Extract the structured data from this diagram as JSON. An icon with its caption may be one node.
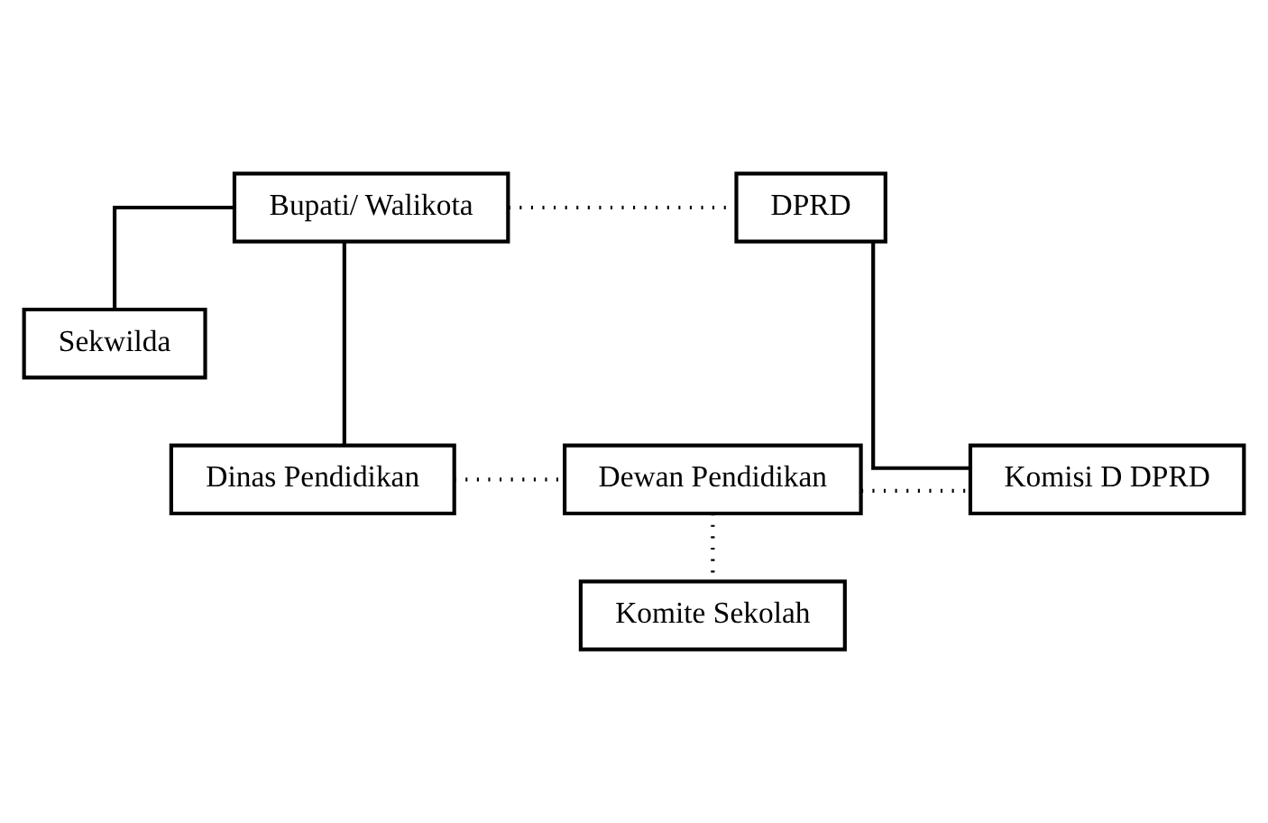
{
  "diagram": {
    "nodes": [
      {
        "text": [
          "Bupati/ Walikota"
        ]
      },
      {
        "text": [
          "DPRD"
        ]
      },
      {
        "text": [
          "Sekwilda"
        ]
      },
      {
        "text": [
          "Dinas Pendidikan"
        ]
      },
      {
        "text": [
          "Dewan Pendidikan"
        ]
      },
      {
        "text": [
          "Komisi D DPRD"
        ]
      },
      {
        "text": [
          "Komite Sekolah"
        ]
      }
    ],
    "edges": [
      {
        "from": 0,
        "to": 1,
        "arrow": "none",
        "style": "dashed"
      },
      {
        "from": 0,
        "to": 2,
        "arrow": "none"
      },
      {
        "from": 0,
        "to": 3,
        "arrow": "none"
      },
      {
        "from": 1,
        "to": 5,
        "arrow": "none"
      },
      {
        "from": 3,
        "to": 4,
        "arrow": "none",
        "style": "dashed"
      },
      {
        "from": 4,
        "to": 5,
        "arrow": "none",
        "style": "dashed"
      },
      {
        "from": 4,
        "to": 6,
        "arrow": "none",
        "style": "dashed"
      }
    ]
  }
}
